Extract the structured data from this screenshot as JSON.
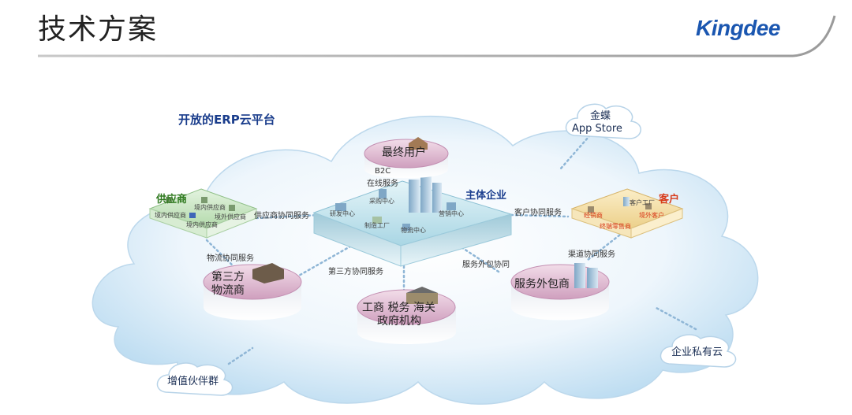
{
  "header": {
    "title": "技术方案",
    "logo": "Kingdee"
  },
  "diagram": {
    "platform_label": "开放的ERP云平台",
    "end_user": "最终用户",
    "b2c_line1": "B2C",
    "b2c_line2": "在线服务",
    "core": {
      "title": "主体企业",
      "procurement": "采购中心",
      "rnd": "研发中心",
      "sales": "营销中心",
      "manufacturing": "制造工厂",
      "logistics": "物流中心"
    },
    "suppliers": {
      "title": "供应商",
      "foreign_supplier": "境外供应商",
      "domestic_supplier_1": "境内供应商",
      "domestic_supplier_2": "境内供应商",
      "domestic_supplier_3": "境内供应商"
    },
    "customers": {
      "title": "客户",
      "customer_factory": "客户工厂",
      "dealer": "经销商",
      "foreign_customer": "境外客户",
      "terminal_store": "终端零售商"
    },
    "links": {
      "supplier_collab": "供应商协同服务",
      "customer_collab": "客户协同服务",
      "logistics_collab": "物流协同服务",
      "third_party_collab": "第三方协同服务",
      "outsourcing_collab": "服务外包协同",
      "channel_collab": "渠道协同服务"
    },
    "third_party_logistics_line1": "第三方",
    "third_party_logistics_line2": "物流商",
    "government_line1": "工商 税务 海关",
    "government_line2": "政府机构",
    "outsourcer": "服务外包商",
    "app_store_line1": "金蝶",
    "app_store_line2": "App Store",
    "private_cloud": "企业私有云",
    "partners": "增值伙伴群"
  },
  "colors": {
    "brand_blue": "#1a56b0",
    "cloud_blue": "#cfe6f6",
    "platform_teal": "#bfe4ee",
    "node_pink": "#ddb8cf",
    "supplier_green": "#c9e6c4",
    "customer_yellow": "#f3dfa4",
    "accent_red": "#d83a1a"
  }
}
